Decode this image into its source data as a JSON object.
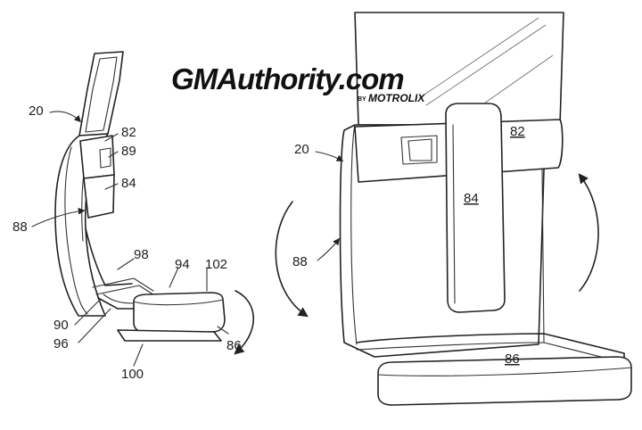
{
  "watermark": {
    "main": "GMAuthority.com",
    "by": "BY",
    "brand": "MOTROLIX"
  },
  "left_figure": {
    "labels": {
      "seatback": "20",
      "pad_upper": "82",
      "pad_small": "89",
      "pad_mid": "84",
      "pivot": "88",
      "rail": "98",
      "cushion_top": "94",
      "cushion_edge": "102",
      "link": "90",
      "hinge": "96",
      "cushion": "86",
      "base": "100"
    }
  },
  "right_figure": {
    "labels": {
      "seatback": "20",
      "pad_upper": "82",
      "pad_mid": "84",
      "pivot": "88",
      "cushion": "86"
    }
  }
}
